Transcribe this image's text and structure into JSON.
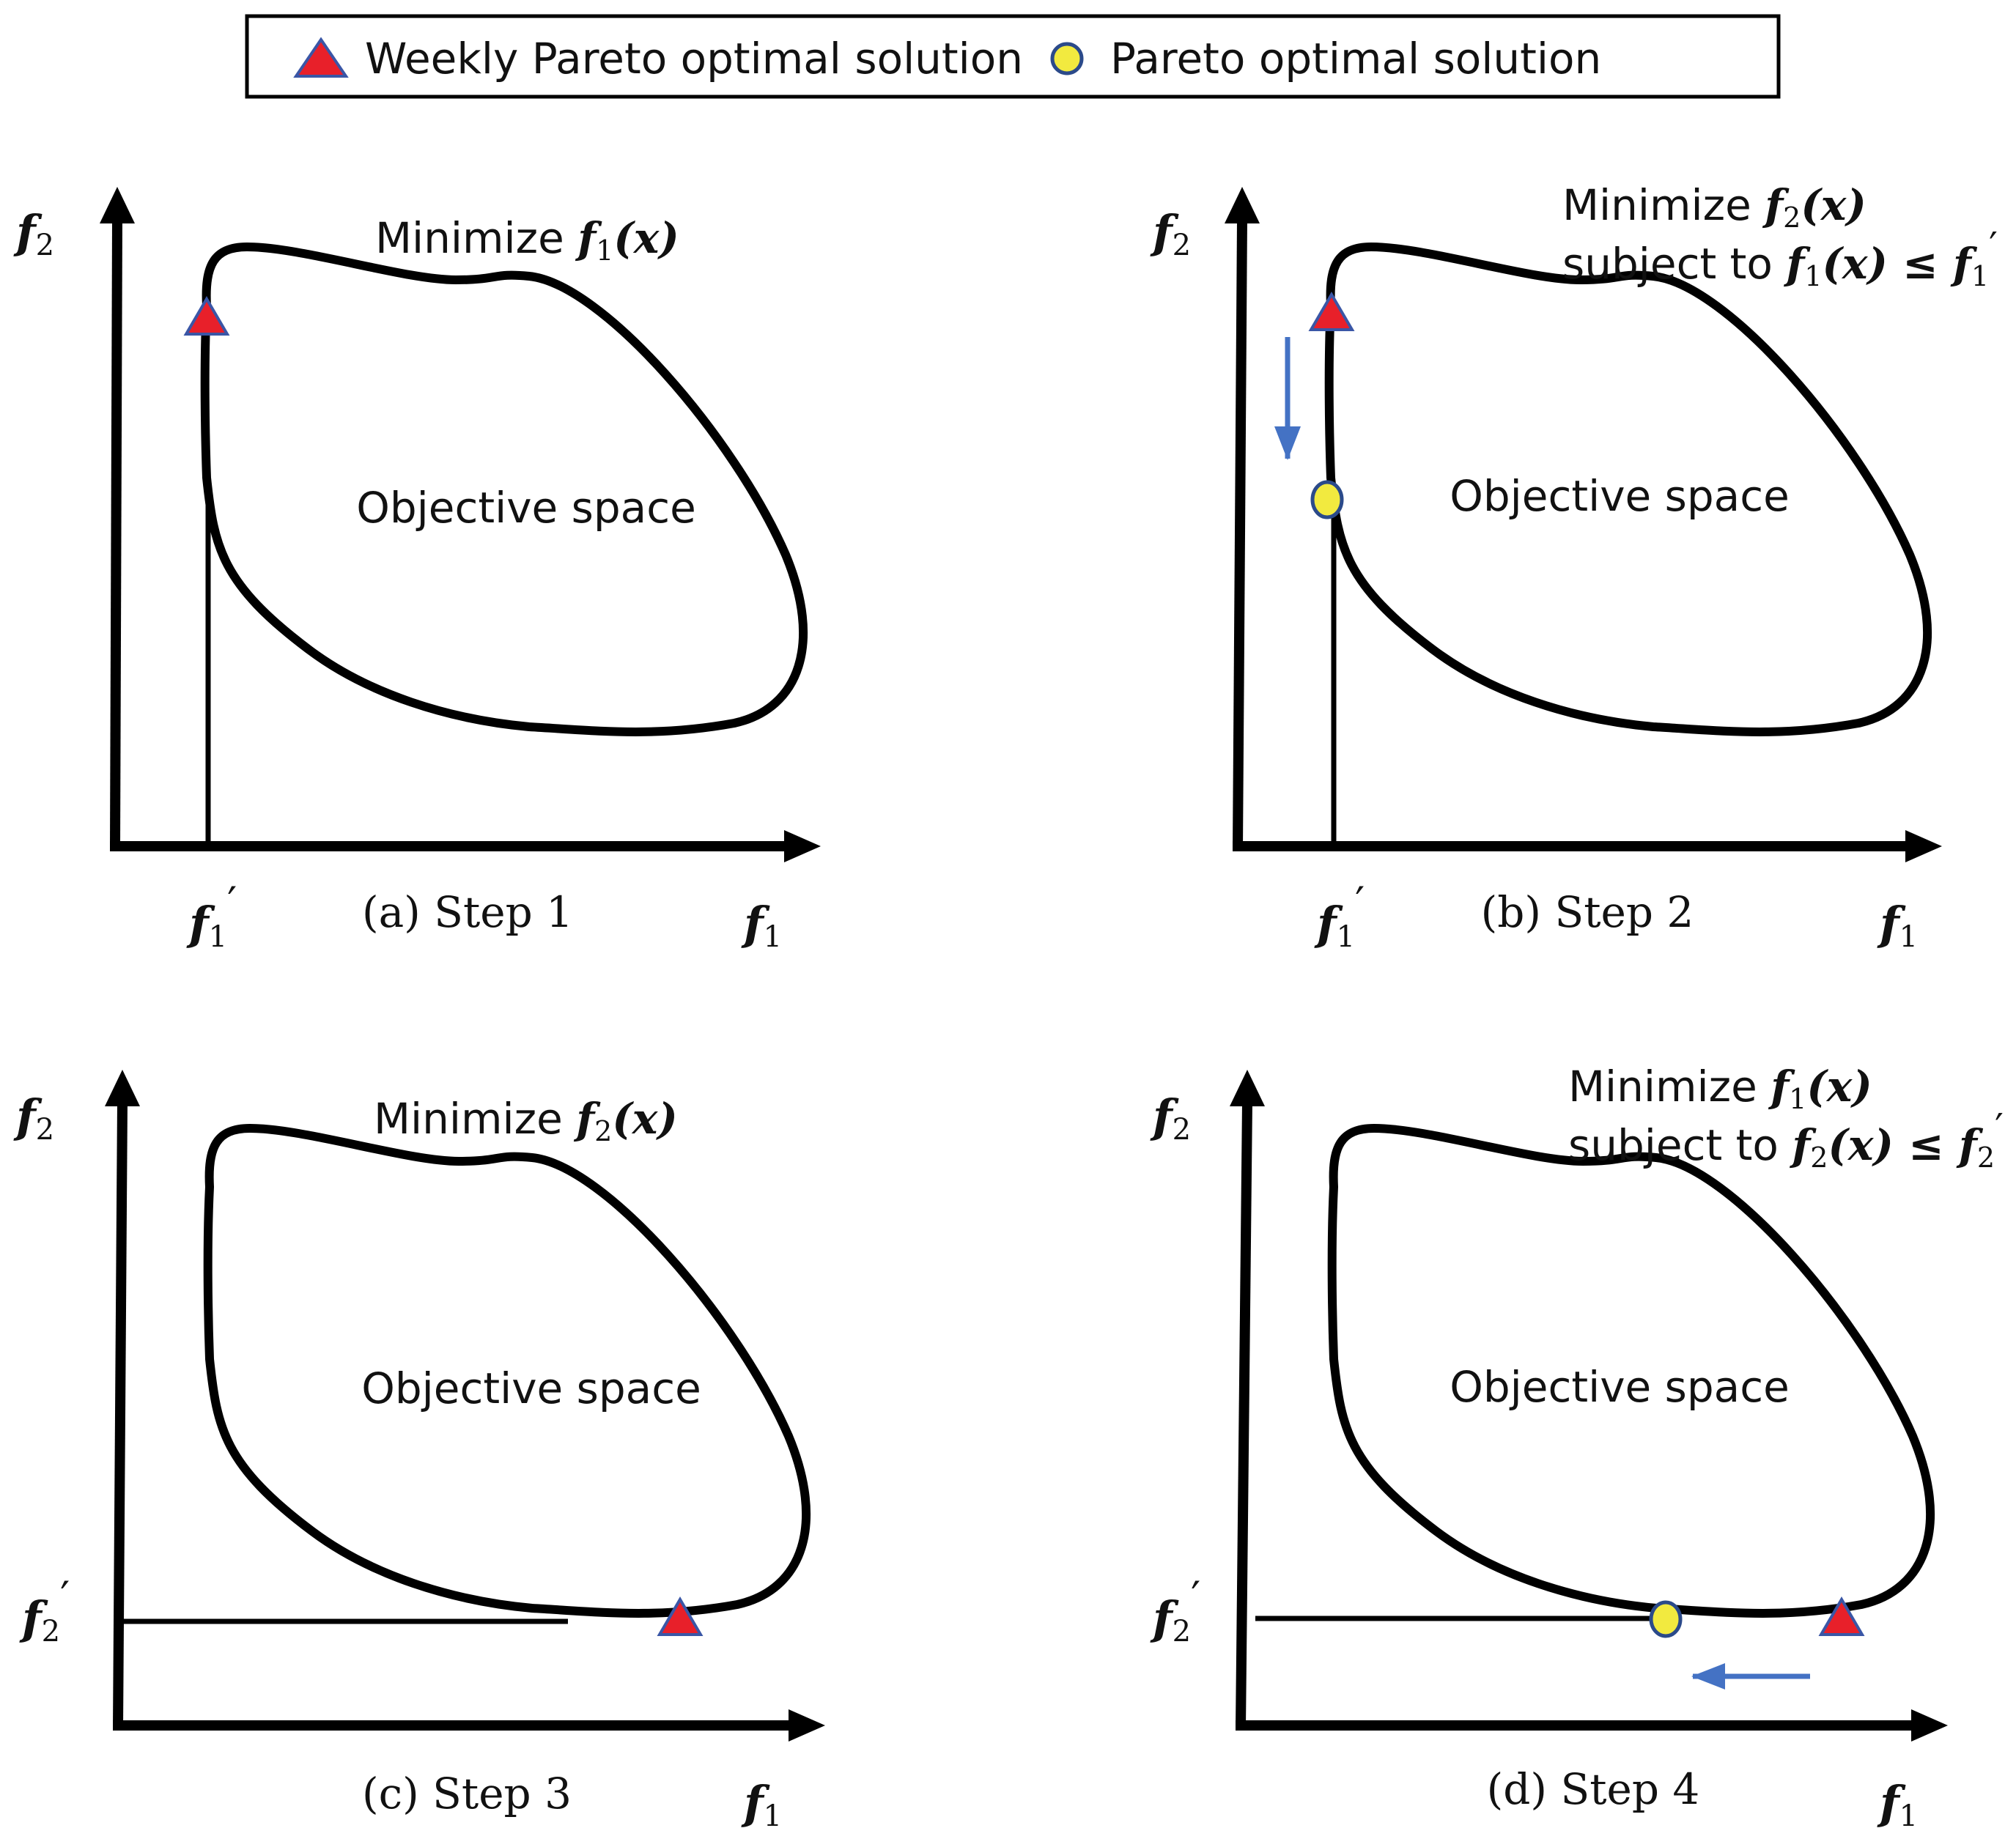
{
  "colors": {
    "stroke": "#000000",
    "triangle_fill": "#e8202a",
    "triangle_edge": "#3a56a6",
    "circle_fill": "#f2ea3f",
    "circle_edge": "#2b4a8a",
    "arrow": "#4472c4"
  },
  "legend": {
    "weakly_label": "Weekly Pareto optimal solution",
    "pareto_label": "Pareto optimal solution"
  },
  "panels": {
    "a": {
      "caption": "(a) Step 1",
      "space_label": "Objective space",
      "x_axis": {
        "name": "f",
        "sub": "1"
      },
      "y_axis": {
        "name": "f",
        "sub": "2"
      },
      "line1": {
        "pre": "Minimize ",
        "f": "f",
        "sub": "1",
        "post": "(x)"
      },
      "threshold": {
        "name": "f",
        "sub": "1",
        "prime": "′"
      },
      "markers": [
        "triangle"
      ]
    },
    "b": {
      "caption": "(b) Step 2",
      "space_label": "Objective space",
      "x_axis": {
        "name": "f",
        "sub": "1"
      },
      "y_axis": {
        "name": "f",
        "sub": "2"
      },
      "line1": {
        "pre": "Minimize ",
        "f": "f",
        "sub": "2",
        "post": "(x)"
      },
      "line2": {
        "pre": "subject to ",
        "f": "f",
        "sub": "1",
        "post": "(x) ≤ ",
        "f2": "f",
        "sub2": "1",
        "prime": "′"
      },
      "threshold": {
        "name": "f",
        "sub": "1",
        "prime": "′"
      },
      "markers": [
        "triangle",
        "circle",
        "arrow-down"
      ]
    },
    "c": {
      "caption": "(c) Step 3",
      "space_label": "Objective space",
      "x_axis": {
        "name": "f",
        "sub": "1"
      },
      "y_axis": {
        "name": "f",
        "sub": "2"
      },
      "line1": {
        "pre": "Minimize ",
        "f": "f",
        "sub": "2",
        "post": "(x)"
      },
      "threshold": {
        "name": "f",
        "sub": "2",
        "prime": "′"
      },
      "markers": [
        "triangle"
      ]
    },
    "d": {
      "caption": "(d) Step 4",
      "space_label": "Objective space",
      "x_axis": {
        "name": "f",
        "sub": "1"
      },
      "y_axis": {
        "name": "f",
        "sub": "2"
      },
      "line1": {
        "pre": "Minimize ",
        "f": "f",
        "sub": "1",
        "post": "(x)"
      },
      "line2": {
        "pre": "subject to ",
        "f": "f",
        "sub": "2",
        "post": "(x) ≤ ",
        "f2": "f",
        "sub2": "2",
        "prime": "′"
      },
      "threshold": {
        "name": "f",
        "sub": "2",
        "prime": "′"
      },
      "markers": [
        "triangle",
        "circle",
        "arrow-left"
      ]
    }
  }
}
